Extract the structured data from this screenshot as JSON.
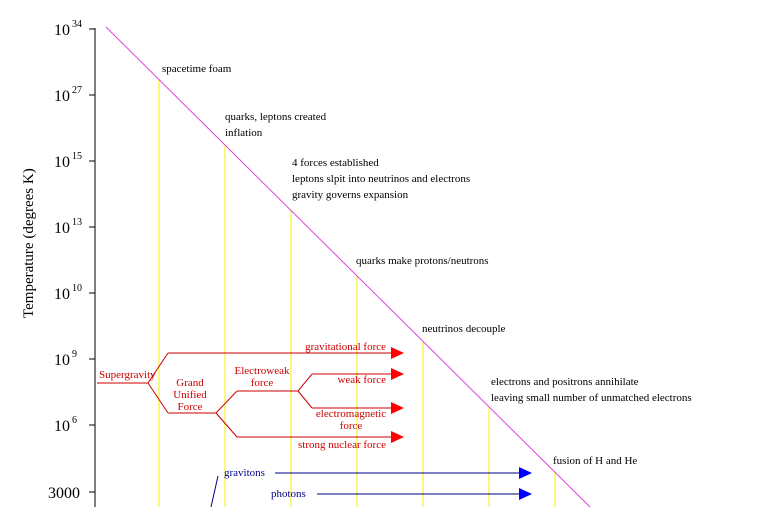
{
  "axis": {
    "ylabel": "Temperature (degrees K)",
    "ticks": [
      {
        "base": "10",
        "exp": "34"
      },
      {
        "base": "10",
        "exp": "27"
      },
      {
        "base": "10",
        "exp": "15"
      },
      {
        "base": "10",
        "exp": "13"
      },
      {
        "base": "10",
        "exp": "10"
      },
      {
        "base": "10",
        "exp": "9"
      },
      {
        "base": "10",
        "exp": "6"
      },
      {
        "base": "3000",
        "exp": ""
      }
    ]
  },
  "events": [
    {
      "lines": [
        "spacetime foam"
      ]
    },
    {
      "lines": [
        "quarks, leptons created",
        "inflation"
      ]
    },
    {
      "lines": [
        "4 forces established",
        "leptons slpit into neutrinos and electrons",
        "gravity governs expansion"
      ]
    },
    {
      "lines": [
        "quarks make protons/neutrons"
      ]
    },
    {
      "lines": [
        "neutrinos decouple"
      ]
    },
    {
      "lines": [
        "electrons and positrons annihilate",
        "leaving small number of unmatched electrons"
      ]
    },
    {
      "lines": [
        "fusion of H and He"
      ]
    }
  ],
  "forces": {
    "supergravity": "Supergravity",
    "gut": [
      "Grand",
      "Unified",
      "Force"
    ],
    "electroweak": [
      "Electroweak",
      "force"
    ],
    "gravitational": "gravitational force",
    "weak": "weak force",
    "electromagnetic": [
      "electromagnetic",
      "force"
    ],
    "strong": "strong nuclear force"
  },
  "particles": {
    "gravitons": "gravitons",
    "photons": "photons"
  },
  "colors": {
    "diagonal": "#e040e0",
    "guide": "#f5f000",
    "force": "#cc0000",
    "force_arrow": "#ff0000",
    "particle": "#00008b",
    "particle_arrow": "#0000ff"
  }
}
